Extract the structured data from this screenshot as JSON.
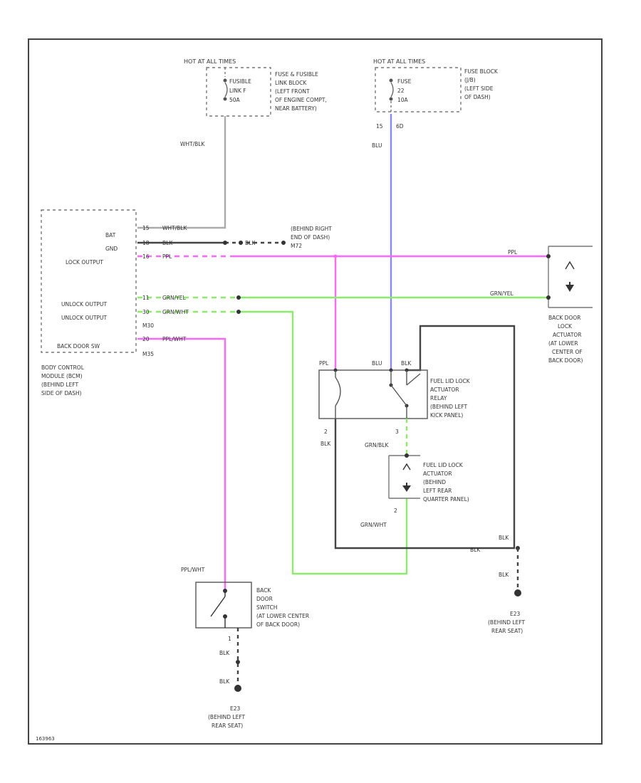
{
  "colors": {
    "border": "#444444",
    "wire_black": "#444444",
    "wire_gray": "#aaaaaa",
    "wire_pink": "#ff66ff",
    "wire_green": "#88ee66",
    "wire_blue": "#8888ff"
  },
  "fuse_left": {
    "header": "HOT AT ALL TIMES",
    "fuse_lines": [
      "FUSIBLE",
      "LINK F",
      "50A"
    ],
    "location_lines": [
      "FUSE & FUSIBLE",
      "LINK BLOCK",
      "(LEFT FRONT",
      "OF ENGINE COMPT,",
      "NEAR BATTERY)"
    ]
  },
  "fuse_right": {
    "header": "HOT AT ALL TIMES",
    "fuse_lines": [
      "FUSE",
      "22",
      "10A"
    ],
    "location_lines": [
      "FUSE BLOCK",
      "(J/B)",
      "(LEFT SIDE",
      "OF DASH)"
    ],
    "pin_left": "15",
    "pin_right": "6D"
  },
  "wires": {
    "wht_blk": "WHT/BLK",
    "blu": "BLU",
    "blk": "BLK",
    "ppl": "PPL",
    "grn_yel": "GRN/YEL",
    "grn_wht": "GRN/WHT",
    "ppl_wht": "PPL/WHT"
  },
  "bcm": {
    "pins": [
      "BAT",
      "GND",
      "LOCK OUTPUT",
      "UNLOCK OUTPUT",
      "UNLOCK OUTPUT",
      "BACK DOOR SW"
    ],
    "pin_numbers": [
      "15",
      "18",
      "16",
      "11",
      "30",
      "20"
    ],
    "connectors": [
      "M30",
      "M35"
    ],
    "caption_lines": [
      "BODY CONTROL",
      "MODULE (BCM)",
      "(BEHIND LEFT",
      "SIDE OF DASH)"
    ]
  },
  "ground_center": {
    "lines": [
      "(BEHIND RIGHT",
      "END OF DASH)"
    ],
    "id": "M72"
  },
  "back_door_actuator": {
    "caption_lines": [
      "BACK DOOR",
      "LOCK",
      "ACTUATOR",
      "(AT LOWER",
      "CENTER OF",
      "BACK DOOR)"
    ]
  },
  "relay": {
    "caption_lines": [
      "FUEL LID LOCK",
      "ACTUATOR",
      "RELAY",
      "(BEHIND LEFT",
      "KICK PANEL)"
    ],
    "pin_left": "2",
    "pin_right": "3"
  },
  "fuel_actuator": {
    "caption_lines": [
      "FUEL LID LOCK",
      "ACTUATOR",
      "(BEHIND",
      "LEFT REAR",
      "QUARTER PANEL)"
    ],
    "pin": "2",
    "wire_in": "GRN/BLK",
    "wire_out": "GRN/WHT"
  },
  "back_door_switch": {
    "caption_lines": [
      "BACK",
      "DOOR",
      "SWITCH",
      "(AT LOWER CENTER",
      "OF BACK DOOR)"
    ],
    "pin": "1"
  },
  "ground_right": {
    "id": "E23",
    "lines": [
      "(BEHIND LEFT",
      "REAR SEAT)"
    ]
  },
  "ground_bottom": {
    "id": "E23",
    "lines": [
      "(BEHIND LEFT",
      "REAR SEAT)"
    ]
  },
  "footer_code": "163963"
}
